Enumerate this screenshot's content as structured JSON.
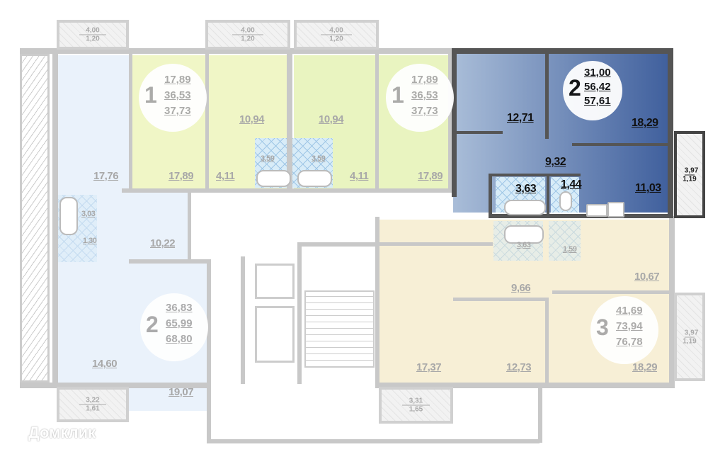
{
  "watermark": "Домклик",
  "apartments": [
    {
      "id": "left-2room",
      "rooms": "2",
      "areas": [
        "36,83",
        "65,99",
        "68,80"
      ],
      "color": "#eaf2fb"
    },
    {
      "id": "yellow-1room-a",
      "rooms": "1",
      "areas": [
        "17,89",
        "36,53",
        "37,73"
      ],
      "color": "#f0f6c6"
    },
    {
      "id": "yellow-1room-b",
      "rooms": "1",
      "areas": [
        "17,89",
        "36,53",
        "37,73"
      ],
      "color": "#f0f6c6"
    },
    {
      "id": "blue-2room",
      "rooms": "2",
      "areas": [
        "31,00",
        "56,42",
        "57,61"
      ],
      "color": "#5676ad",
      "highlighted": true
    },
    {
      "id": "beige-3room",
      "rooms": "3",
      "areas": [
        "41,69",
        "73,94",
        "76,78"
      ],
      "color": "#f7efd6"
    }
  ],
  "room_labels": {
    "l1": "17,76",
    "l2": "3,03",
    "l3": "1,30",
    "l4": "10,22",
    "l5": "14,60",
    "l6": "19,07",
    "y1": "17,89",
    "y2": "10,94",
    "y3": "4,11",
    "y4": "3,59",
    "y5": "3,59",
    "y6": "10,94",
    "y7": "4,11",
    "y8": "17,89",
    "b1": "12,71",
    "b2": "18,29",
    "b3": "9,32",
    "b4": "3,63",
    "b5": "1,44",
    "b6": "11,03",
    "c1": "3,63",
    "c2": "1,59",
    "c3": "10,67",
    "c4": "9,66",
    "c5": "17,37",
    "c6": "12,73",
    "c7": "18,29"
  },
  "balconies": [
    {
      "a": "4,00",
      "b": "1,20"
    },
    {
      "a": "4,00",
      "b": "1,20"
    },
    {
      "a": "4,00",
      "b": "1,20"
    },
    {
      "a": "3,97",
      "b": "1,19"
    },
    {
      "a": "3,97",
      "b": "1,19"
    },
    {
      "a": "3,22",
      "b": "1,61"
    },
    {
      "a": "3,31",
      "b": "1,65"
    }
  ]
}
